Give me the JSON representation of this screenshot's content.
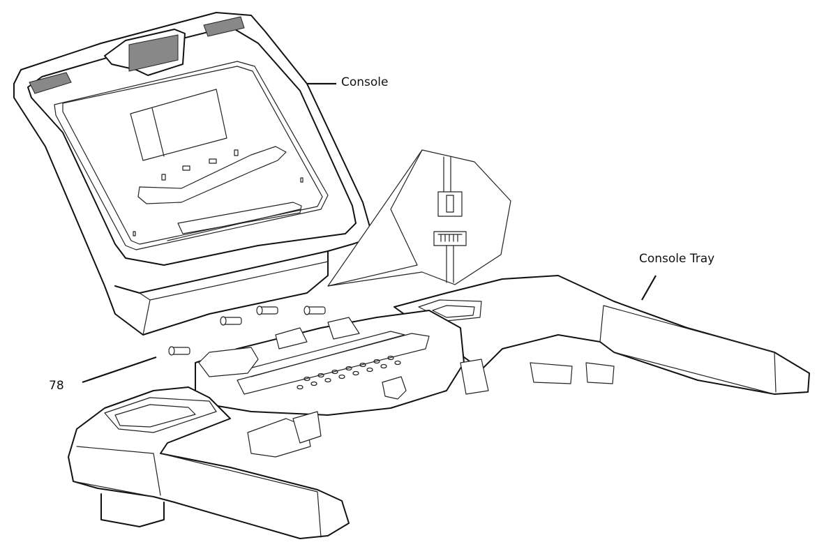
{
  "labels": {
    "console": "Console",
    "console_tray": "Console Tray",
    "part_78": "78"
  }
}
